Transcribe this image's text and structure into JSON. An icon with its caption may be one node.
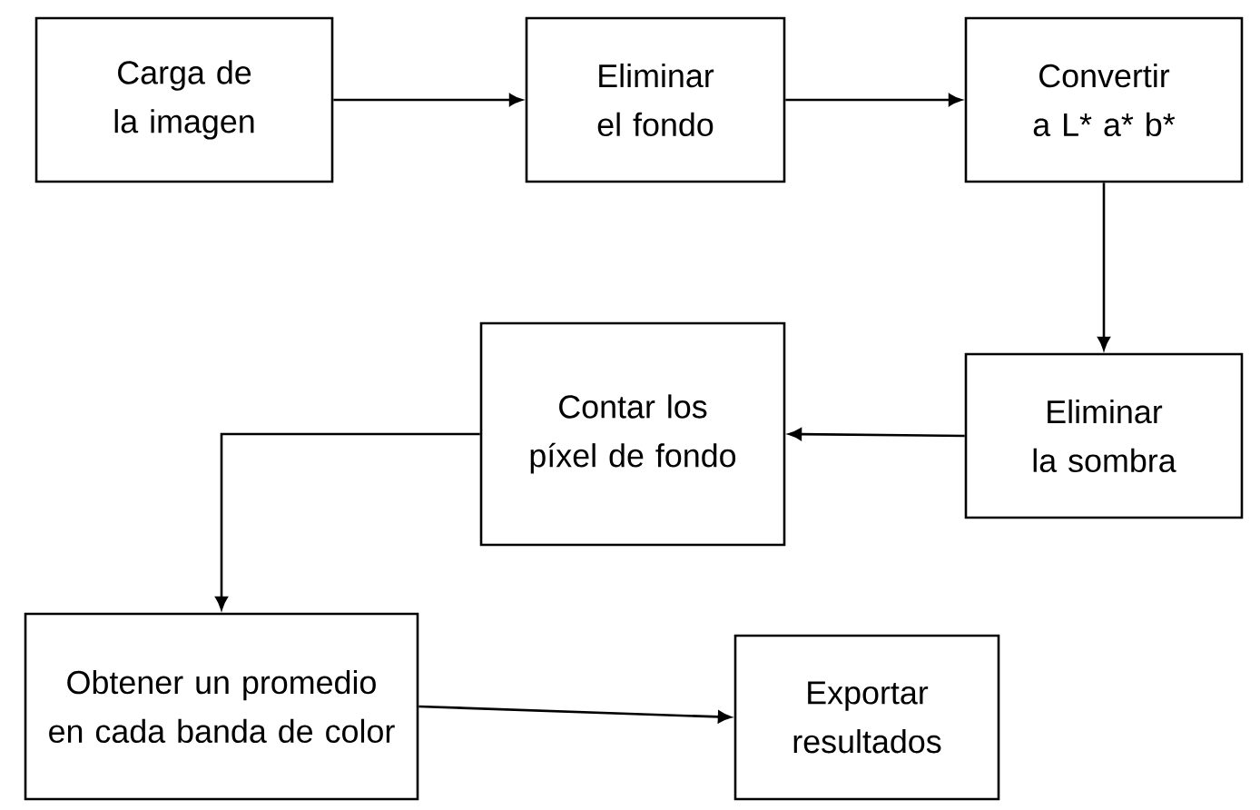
{
  "diagram": {
    "nodes": [
      {
        "text": [
          "Carga de la imagen"
        ]
      },
      {
        "text": [
          "Eliminar el fondo"
        ]
      },
      {
        "text": [
          "Convertir a L* a* b*"
        ]
      },
      {
        "text": [
          "Eliminar la sombra"
        ]
      },
      {
        "text": [
          "Contar los píxel de fondo"
        ]
      },
      {
        "text": [
          "Obtener un promedio en cada banda de color"
        ]
      },
      {
        "text": [
          "Exportar resultados"
        ]
      }
    ],
    "edges": [
      {
        "from": 0,
        "to": 1,
        "arrow": "to"
      },
      {
        "from": 1,
        "to": 2,
        "arrow": "to"
      },
      {
        "from": 2,
        "to": 3,
        "arrow": "to"
      },
      {
        "from": 3,
        "to": 4,
        "arrow": "to"
      },
      {
        "from": 4,
        "to": 5,
        "arrow": "to"
      },
      {
        "from": 5,
        "to": 6,
        "arrow": "to"
      }
    ]
  }
}
